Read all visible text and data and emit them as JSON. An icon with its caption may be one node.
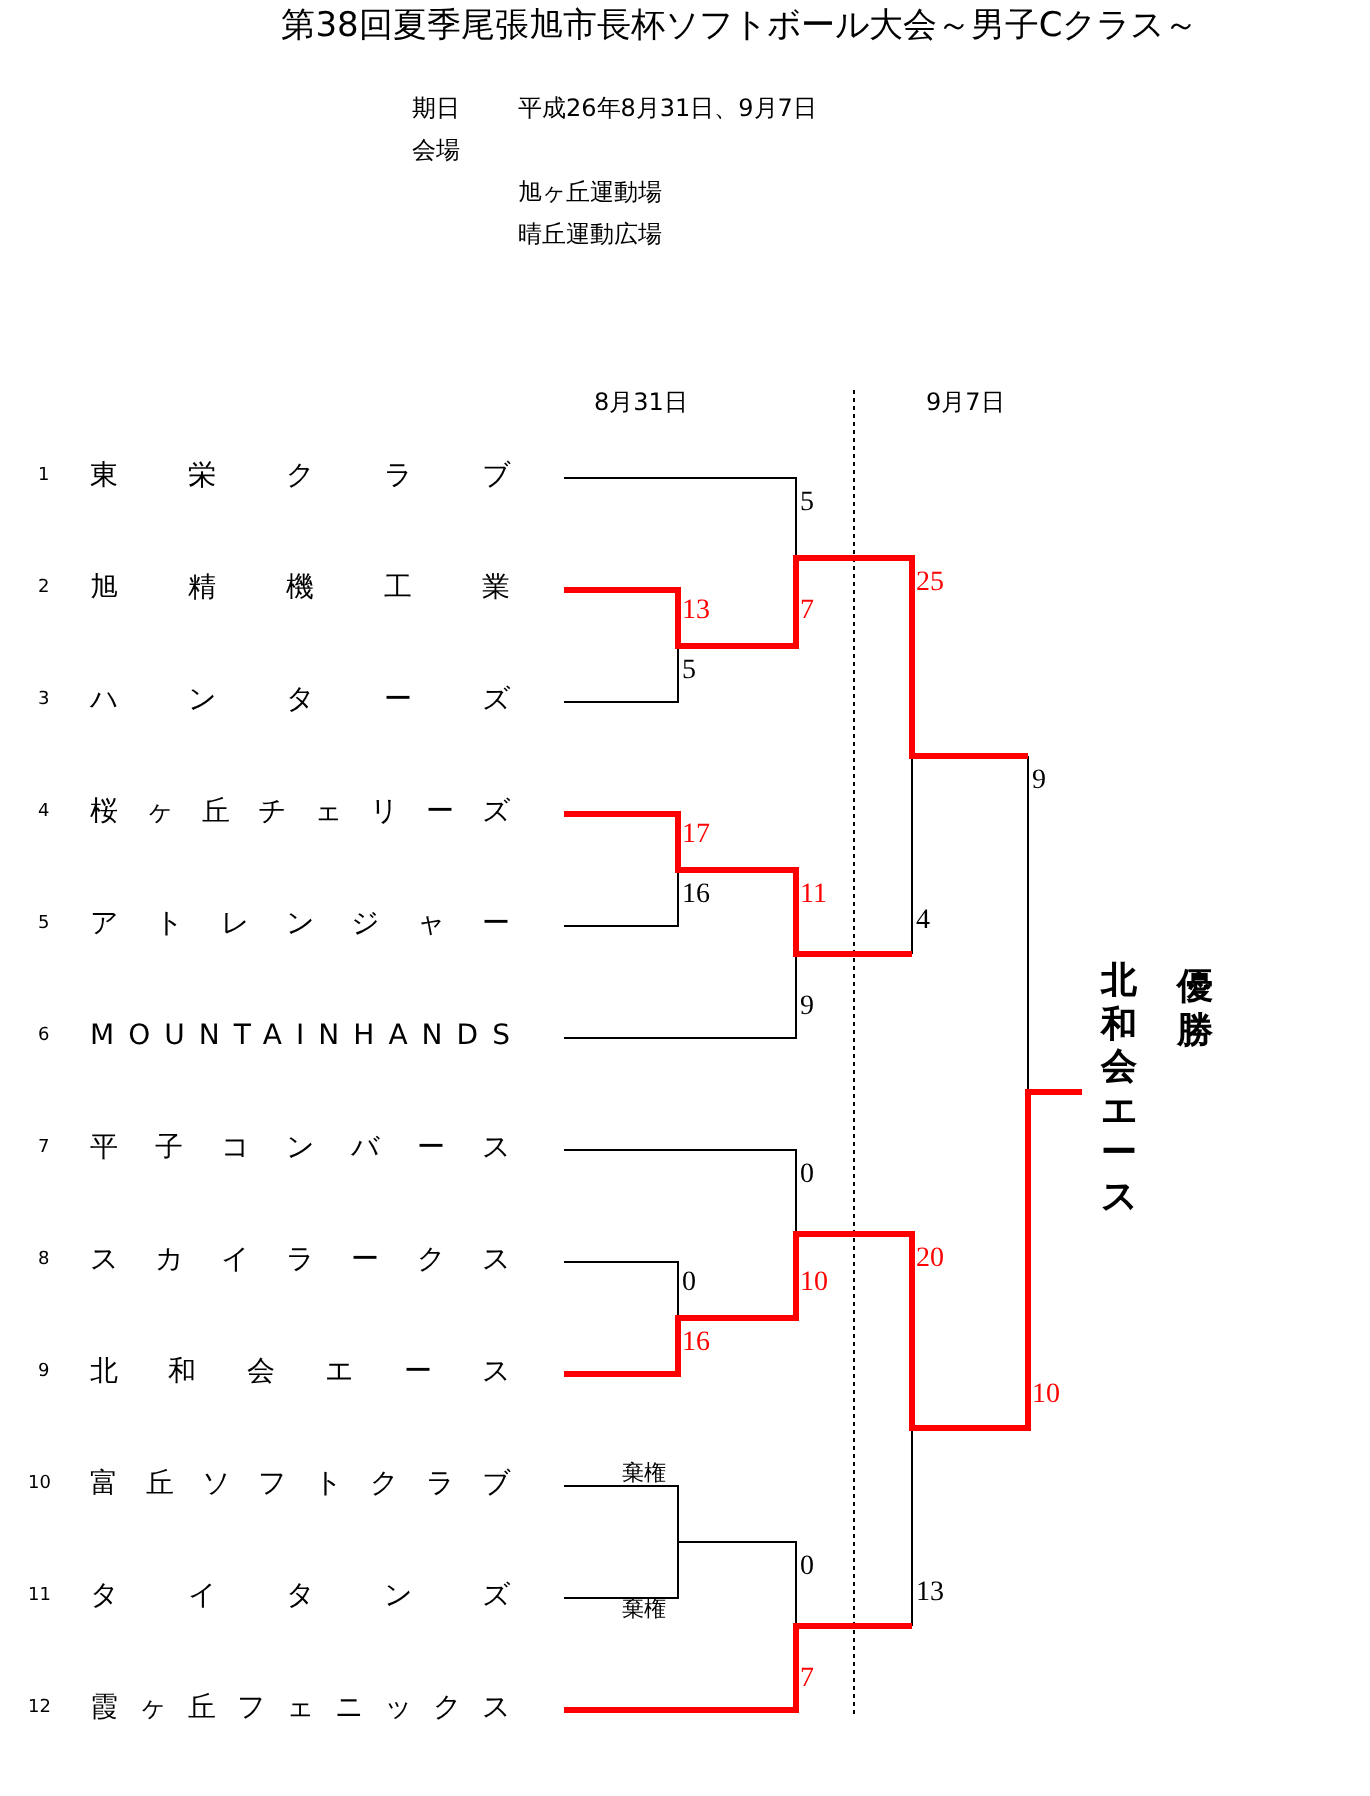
{
  "diagram": {
    "title": "第38回夏季尾張旭市長杯ソフトボール大会～男子Cクラス～",
    "labels": [
      "期日",
      "平成26年8月31日、9月7日",
      "会場",
      "旭ヶ丘運動場",
      "晴丘運動広場",
      "8月31日",
      "9月7日",
      "1",
      "東栄クラブ",
      "5",
      "2",
      "旭精機工業",
      "25",
      "13",
      "7",
      "5",
      "3",
      "ハンターズ",
      "9",
      "4",
      "桜ヶ丘チェリーズ",
      "17",
      "16",
      "11",
      "5",
      "アトレンジャー",
      "4",
      "北和会エース",
      "優勝",
      "9",
      "6",
      "MOUNTAINHANDS",
      "7",
      "平子コンバース",
      "0",
      "8",
      "スカイラークス",
      "20",
      "0",
      "10",
      "16",
      "9",
      "北和会エース",
      "10",
      "棄権",
      "10",
      "富丘ソフトクラブ",
      "0",
      "13",
      "11",
      "タイタンズ",
      "棄権",
      "7",
      "12",
      "霞ヶ丘フェニックス"
    ]
  }
}
